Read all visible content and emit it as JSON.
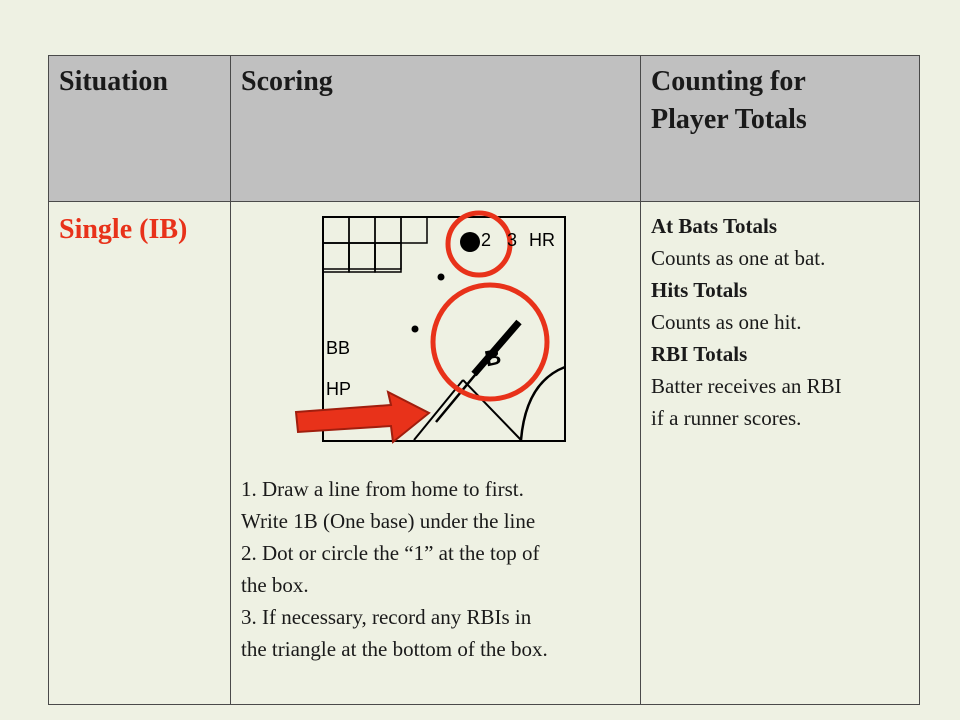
{
  "headers": {
    "situation": "Situation",
    "scoring": "Scoring",
    "counting_line1": "Counting for",
    "counting_line2": "Player Totals"
  },
  "row": {
    "situation": "Single (IB)",
    "scorebox": {
      "base_labels": {
        "two": "2",
        "three": "3",
        "hr": "HR"
      },
      "left_labels": {
        "bb": "BB",
        "hp": "HP"
      },
      "notation": "B"
    },
    "instructions": [
      "1. Draw a line from home to first.",
      "Write 1B (One base) under the line",
      "2. Dot or circle the “1” at the top of",
      "the box.",
      "3. If necessary, record any RBIs in",
      "the triangle at the bottom of the box."
    ],
    "counting": {
      "at_bats_title": "At Bats Totals",
      "at_bats_text": "Counts as one at bat.",
      "hits_title": "Hits Totals",
      "hits_text": "Counts as one hit.",
      "rbi_title": "RBI Totals",
      "rbi_text_line1": "Batter receives an RBI",
      "rbi_text_line2": "if a runner scores."
    }
  },
  "colors": {
    "background": "#eef1e3",
    "header_bg": "#c0c0c0",
    "accent_red": "#e8321a"
  }
}
